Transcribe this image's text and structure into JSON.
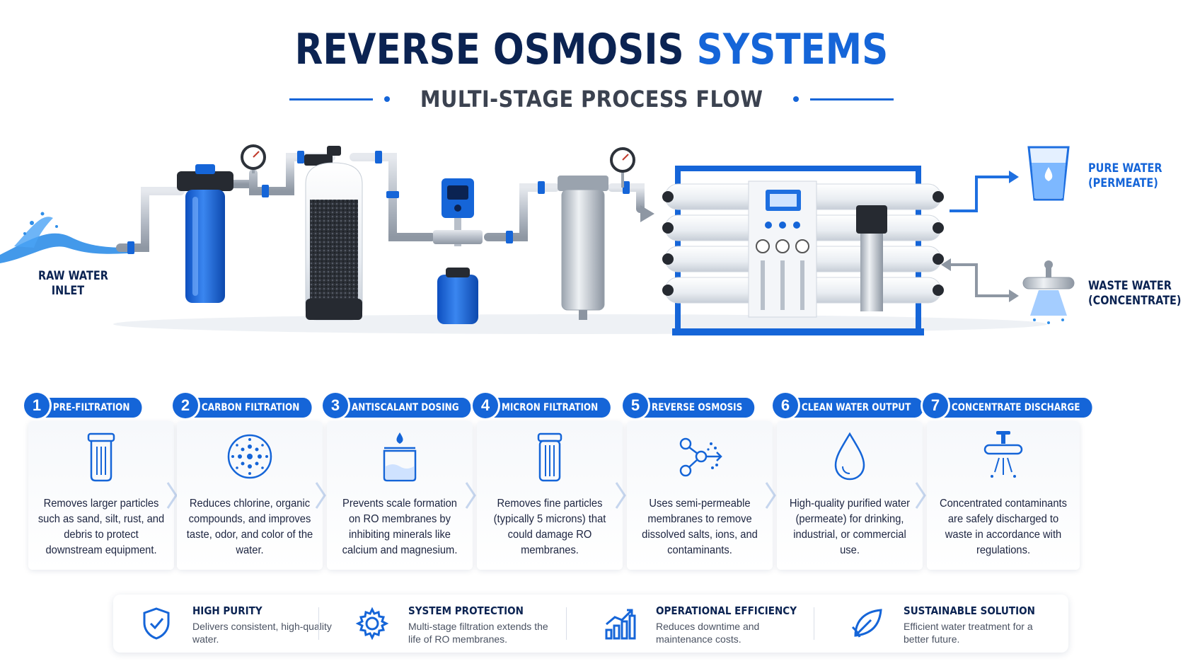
{
  "header": {
    "title_part1": "REVERSE OSMOSIS",
    "title_part2": "SYSTEMS",
    "subtitle": "MULTI-STAGE PROCESS FLOW"
  },
  "flow": {
    "inlet_label_line1": "RAW WATER",
    "inlet_label_line2": "INLET",
    "pure_label_line1": "PURE WATER",
    "pure_label_line2": "(PERMEATE)",
    "waste_label_line1": "WASTE WATER",
    "waste_label_line2": "(CONCENTRATE)"
  },
  "steps": [
    {
      "number": "1",
      "title": "PRE-FILTRATION",
      "icon": "filter-housing-icon",
      "description": "Removes larger particles such as sand, silt, rust, and debris to protect downstream equipment."
    },
    {
      "number": "2",
      "title": "CARBON FILTRATION",
      "icon": "carbon-granules-icon",
      "description": "Reduces chlorine, organic compounds, and improves taste, odor, and color of the water."
    },
    {
      "number": "3",
      "title": "ANTISCALANT DOSING",
      "icon": "dosing-beaker-icon",
      "description": "Prevents scale formation on RO membranes by inhibiting minerals like calcium and magnesium."
    },
    {
      "number": "4",
      "title": "MICRON FILTRATION",
      "icon": "cartridge-filter-icon",
      "description": "Removes fine particles (typically 5 microns) that could damage RO membranes."
    },
    {
      "number": "5",
      "title": "REVERSE OSMOSIS",
      "icon": "molecule-membrane-icon",
      "description": "Uses semi-permeable membranes to remove dissolved salts, ions, and contaminants."
    },
    {
      "number": "6",
      "title": "CLEAN WATER OUTPUT",
      "icon": "water-drop-icon",
      "description": "High-quality purified water (permeate) for drinking, industrial, or commercial use."
    },
    {
      "number": "7",
      "title": "CONCENTRATE DISCHARGE",
      "icon": "discharge-valve-icon",
      "description": "Concentrated contaminants are safely discharged to waste in accordance with regulations."
    }
  ],
  "benefits": [
    {
      "title": "HIGH PURITY",
      "icon": "shield-icon",
      "text": "Delivers consistent, high-quality water."
    },
    {
      "title": "SYSTEM PROTECTION",
      "icon": "gear-icon",
      "text": "Multi-stage filtration extends the life of RO membranes."
    },
    {
      "title": "OPERATIONAL EFFICIENCY",
      "icon": "growth-chart-icon",
      "text": "Reduces downtime and maintenance costs."
    },
    {
      "title": "SUSTAINABLE SOLUTION",
      "icon": "leaf-icon",
      "text": "Efficient water treatment for a better future."
    }
  ],
  "colors": {
    "accent": "#1565d8",
    "navy": "#0b2352",
    "water": "#2f8ee8"
  }
}
